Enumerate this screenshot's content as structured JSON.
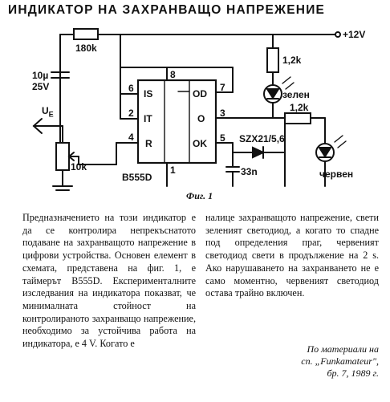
{
  "title": "ИНДИКАТОР НА ЗАХРАНВАЩО НАПРЕЖЕНИЕ",
  "schematic": {
    "supply": "+12V",
    "r_top": "180k",
    "r_led": "1,2k",
    "r_out": "1,2k",
    "cap1": "10µ",
    "cap1_v": "25V",
    "ue": "U",
    "ue_sub": "E",
    "pot": "10k",
    "chip": "B555D",
    "zener": "SZX21/5,6",
    "cap2": "33n",
    "led_green": "зелен",
    "led_red": "червен",
    "caption": "Фиг. 1",
    "pins": {
      "is": "IS",
      "it": "IT",
      "r": "R",
      "od": "OD",
      "o": "O",
      "ok": "OK"
    },
    "pin_nums": {
      "p6": "6",
      "p2": "2",
      "p4": "4",
      "p8": "8",
      "p7": "7",
      "p3": "3",
      "p5": "5",
      "p1": "1"
    }
  },
  "left_text": "Предназначението на този индикатор е да се контролира непрекъснатото подаване на захранващото напрежение в цифрови устройства. Основен елемент в схемата, представена на фиг. 1, е таймерът B555D. Експерименталните изследвания на индикатора показват, че минималната стойност на контролираното захранващо напрежение, необходимо за устойчива работа на индикатора, е 4 V. Когато е",
  "right_text": "налице захранващото напрежение, свети зеленият светодиод, а когато то спадне под определения праг, червеният светодиод свети в продължение на 2 s. Ако нарушаването на захранването не е само моментно, червеният светодиод остава трайно включен.",
  "source": {
    "line1": "По материали на",
    "line2": "сп. „Funkamateur\",",
    "line3": "бр. 7, 1989 г."
  }
}
